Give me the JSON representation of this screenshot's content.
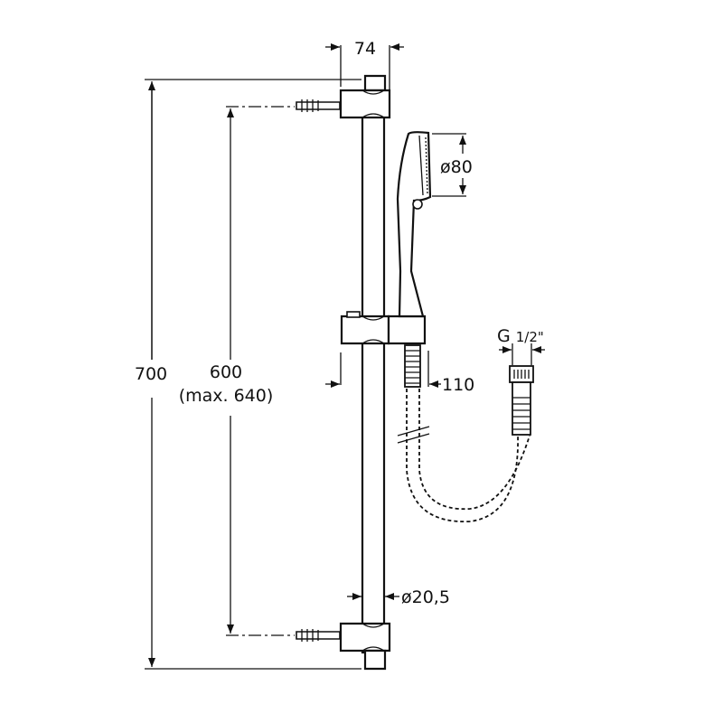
{
  "dimensions": {
    "total_height": "700",
    "bracket_spacing": "600",
    "bracket_spacing_max": "(max. 640)",
    "bracket_depth": "74",
    "head_diameter": "ø80",
    "hose_offset": "110",
    "bar_diameter": "ø20,5",
    "thread_main": "G",
    "thread_fraction": "1/2\""
  },
  "colors": {
    "line": "#111111",
    "background": "#ffffff"
  }
}
